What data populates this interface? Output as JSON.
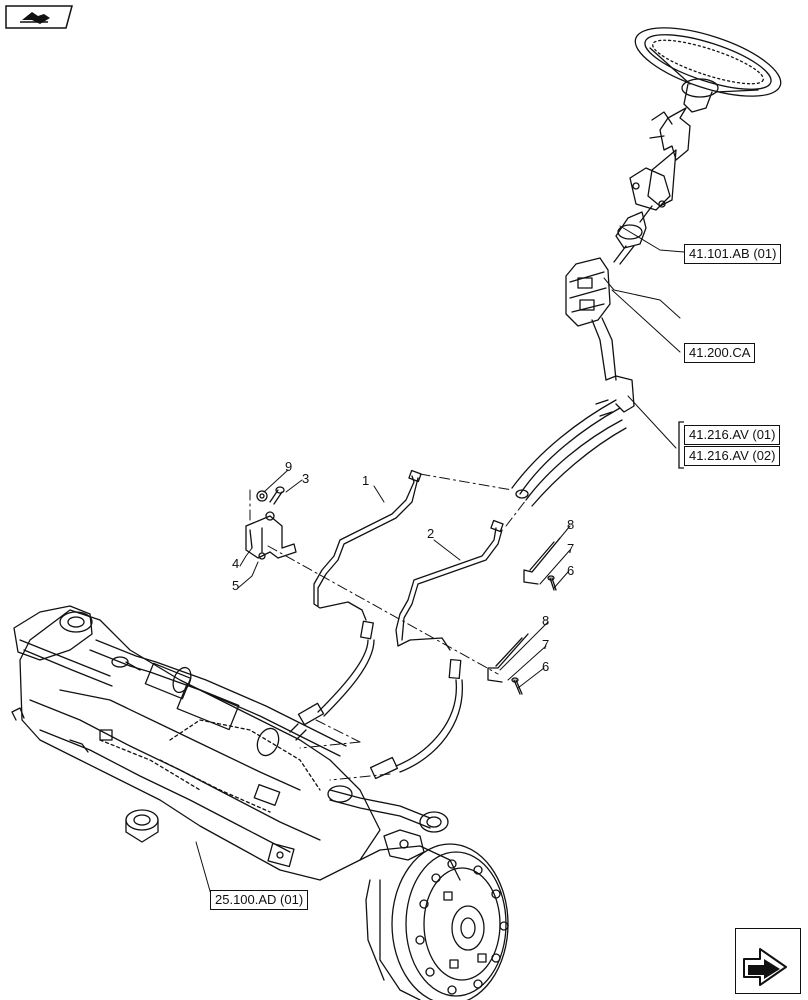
{
  "callouts": {
    "c1": "1",
    "c2": "2",
    "c3": "3",
    "c4": "4",
    "c5": "5",
    "c6a": "6",
    "c6b": "6",
    "c7a": "7",
    "c7b": "7",
    "c8a": "8",
    "c8b": "8",
    "c9": "9"
  },
  "references": {
    "steering_column": "41.101.AB (01)",
    "steering_valve": "41.200.CA",
    "hoses_1": "41.216.AV (01)",
    "hoses_2": "41.216.AV (02)",
    "front_axle": "25.100.AD (01)"
  },
  "icons": {
    "nav_previous": "page-previous-icon",
    "nav_next": "page-next-icon"
  }
}
